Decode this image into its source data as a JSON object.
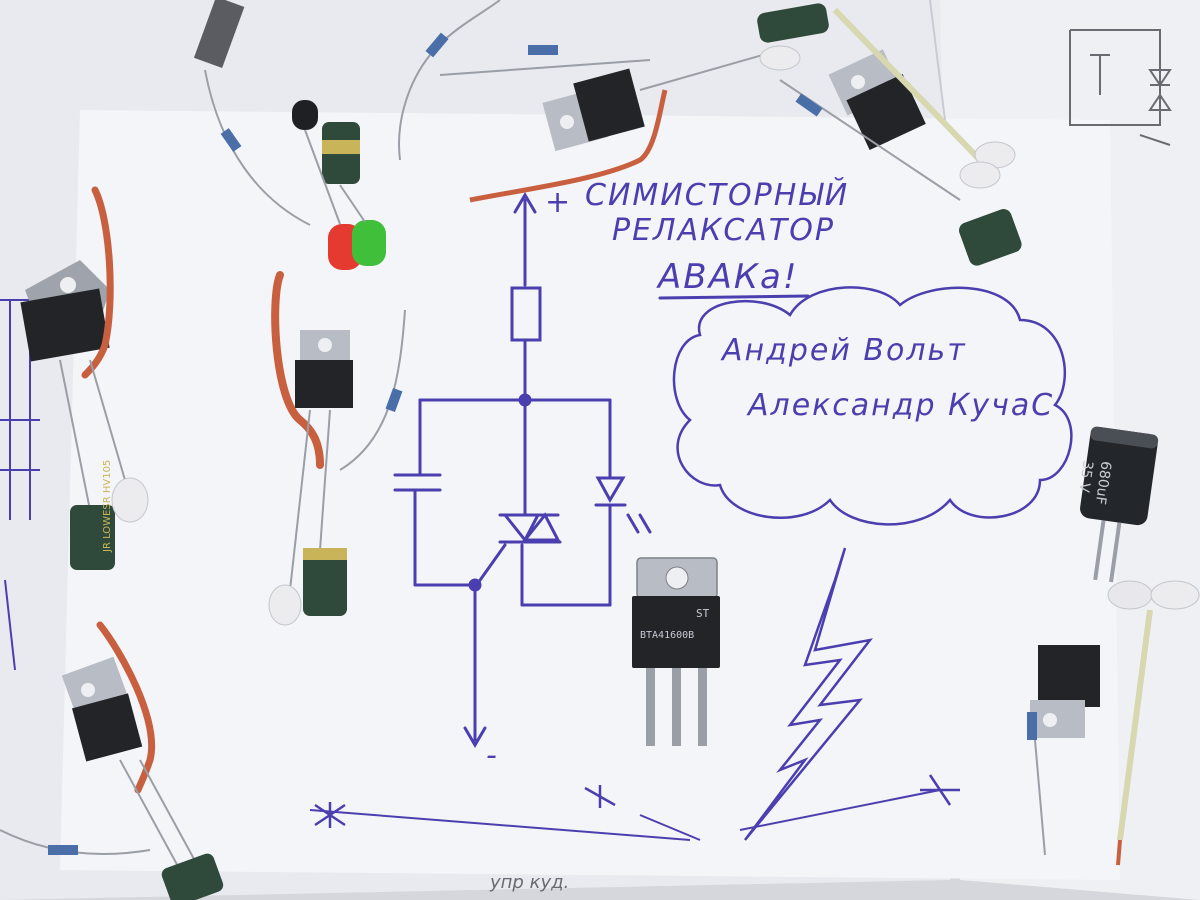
{
  "handwriting": {
    "plus_sign": "+",
    "title_line1": "СИМИСТОРНЫЙ",
    "title_line2": "РЕЛАКСАТОР",
    "title_line3": "АВАКа!",
    "author1": "Андрей Вольт",
    "author2": "Александр КучаС",
    "minus_sign": "-",
    "bottom_doodle": "упр куд."
  },
  "part_markings": {
    "triac_brand": "ST",
    "triac_model": "BTA41600B",
    "cap_big_value": "680uF",
    "cap_big_voltage": "35 V",
    "cap_left_label": "JR LOWESR HV105"
  },
  "colors": {
    "ink": "#4b3fb0",
    "paper": "#f3f4f8",
    "background": "#d9dadf",
    "copper_wire": "#c86040",
    "led_red": "#e53a2f",
    "led_green": "#3fbf3a",
    "cap_body": "#2f4a3a"
  }
}
